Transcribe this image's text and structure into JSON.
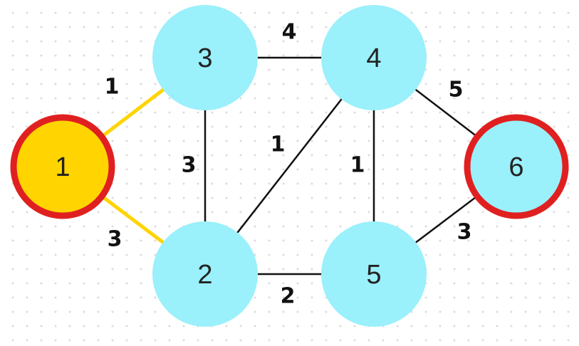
{
  "graph": {
    "colors": {
      "node_fill": "#9af0fb",
      "highlight_fill": "#ffd400",
      "ring": "#e02020",
      "edge": "#111111",
      "highlight_edge": "#ffd400"
    },
    "nodes": [
      {
        "id": "1",
        "label": "1",
        "highlighted": true,
        "ringed": true
      },
      {
        "id": "2",
        "label": "2",
        "highlighted": false,
        "ringed": false
      },
      {
        "id": "3",
        "label": "3",
        "highlighted": false,
        "ringed": false
      },
      {
        "id": "4",
        "label": "4",
        "highlighted": false,
        "ringed": false
      },
      {
        "id": "5",
        "label": "5",
        "highlighted": false,
        "ringed": false
      },
      {
        "id": "6",
        "label": "6",
        "highlighted": false,
        "ringed": true
      }
    ],
    "edges": [
      {
        "from": "1",
        "to": "3",
        "weight": "1",
        "highlighted": true
      },
      {
        "from": "1",
        "to": "2",
        "weight": "3",
        "highlighted": true
      },
      {
        "from": "3",
        "to": "4",
        "weight": "4",
        "highlighted": false
      },
      {
        "from": "3",
        "to": "2",
        "weight": "3",
        "highlighted": false
      },
      {
        "from": "2",
        "to": "4",
        "weight": "1",
        "highlighted": false
      },
      {
        "from": "4",
        "to": "5",
        "weight": "1",
        "highlighted": false
      },
      {
        "from": "2",
        "to": "5",
        "weight": "2",
        "highlighted": false
      },
      {
        "from": "4",
        "to": "6",
        "weight": "5",
        "highlighted": false
      },
      {
        "from": "5",
        "to": "6",
        "weight": "3",
        "highlighted": false
      }
    ]
  }
}
